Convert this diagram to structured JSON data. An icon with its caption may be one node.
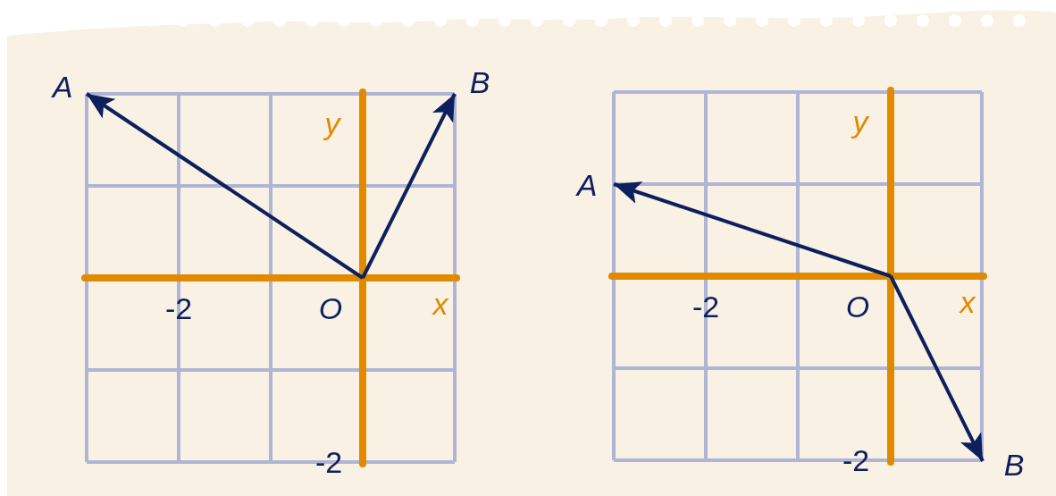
{
  "diagram": {
    "nodes": [
      {
        "text": [
          "A"
        ]
      },
      {
        "text": [
          "B"
        ]
      },
      {
        "text": [
          "O"
        ]
      },
      {
        "text": [
          "A"
        ]
      },
      {
        "text": [
          "O"
        ]
      },
      {
        "text": [
          "B"
        ]
      }
    ],
    "edges": [
      {
        "from": 2,
        "to": 0,
        "arrow": "to"
      },
      {
        "from": 2,
        "to": 1,
        "arrow": "to"
      },
      {
        "from": 4,
        "to": 3,
        "arrow": "to"
      },
      {
        "from": 4,
        "to": 5,
        "arrow": "to"
      }
    ],
    "labels": [
      "y",
      "-2",
      "x",
      "-2",
      "y",
      "-2",
      "x",
      "-2"
    ]
  }
}
